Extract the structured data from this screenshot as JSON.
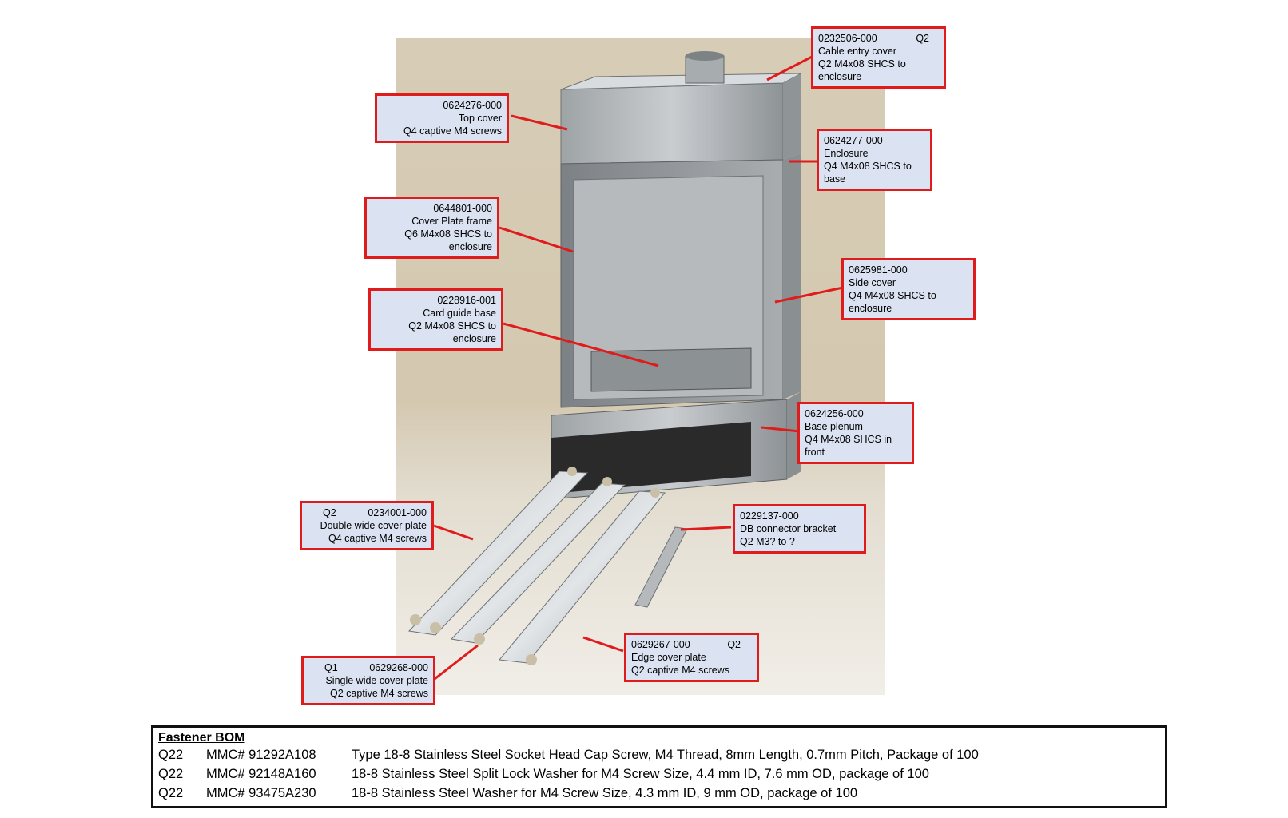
{
  "callouts": [
    {
      "id": "c1",
      "lines": [
        "0232506-000",
        "Cable entry cover",
        "Q2 M4x08 SHCS to",
        "enclosure"
      ],
      "qty": "Q2"
    },
    {
      "id": "c2",
      "lines": [
        "0624276-000",
        "Top cover",
        "Q4 captive M4 screws"
      ]
    },
    {
      "id": "c3",
      "lines": [
        "0624277-000",
        "Enclosure",
        "Q4 M4x08 SHCS to",
        "base"
      ]
    },
    {
      "id": "c4",
      "lines": [
        "0644801-000",
        "Cover Plate frame",
        "Q6 M4x08 SHCS to",
        "enclosure"
      ]
    },
    {
      "id": "c5",
      "lines": [
        "0625981-000",
        "Side cover",
        "Q4 M4x08 SHCS to",
        "enclosure"
      ]
    },
    {
      "id": "c6",
      "lines": [
        "0228916-001",
        "Card guide base",
        "Q2 M4x08 SHCS to",
        "enclosure"
      ]
    },
    {
      "id": "c7",
      "lines": [
        "0624256-000",
        "Base plenum",
        "Q4 M4x08 SHCS in",
        "front"
      ]
    },
    {
      "id": "c8",
      "lines": [
        "0234001-000",
        "Double wide cover plate",
        "Q4 captive M4 screws"
      ],
      "qty": "Q2"
    },
    {
      "id": "c9",
      "lines": [
        "0229137-000",
        "DB connector bracket",
        "Q2 M3? to ?"
      ]
    },
    {
      "id": "c10",
      "lines": [
        "0629267-000",
        "Edge cover plate",
        "Q2 captive M4 screws"
      ],
      "qty": "Q2"
    },
    {
      "id": "c11",
      "lines": [
        "0629268-000",
        "Single wide cover plate",
        "Q2 captive M4 screws"
      ],
      "qty": "Q1"
    }
  ],
  "bom": {
    "title": "Fastener BOM",
    "rows": [
      {
        "qty": "Q22",
        "mmc": "MMC# 91292A108",
        "desc": "Type 18-8 Stainless Steel Socket Head Cap Screw, M4 Thread, 8mm Length, 0.7mm Pitch, Package of 100"
      },
      {
        "qty": "Q22",
        "mmc": "MMC# 92148A160",
        "desc": "18-8 Stainless Steel Split Lock Washer for M4 Screw Size, 4.4 mm ID, 7.6 mm OD, package of 100"
      },
      {
        "qty": "Q22",
        "mmc": "MMC# 93475A230",
        "desc": "18-8 Stainless Steel Washer for M4 Screw Size, 4.3 mm ID, 9 mm OD, package of 100"
      }
    ]
  },
  "colors": {
    "callout_border": "#e01b1b",
    "callout_fill": "#dbe3f2",
    "leader": "#e01b1b"
  }
}
